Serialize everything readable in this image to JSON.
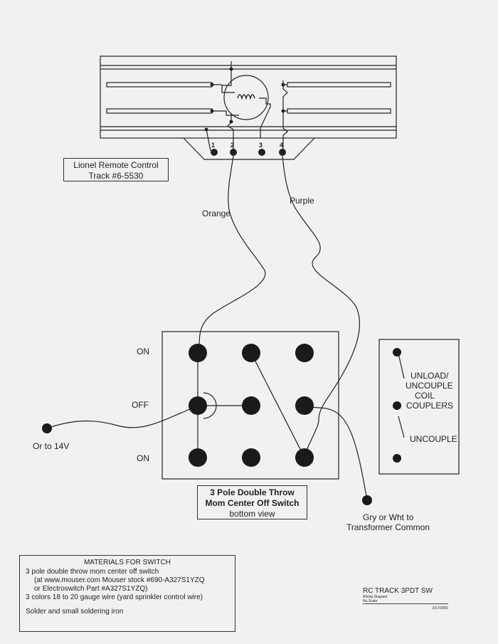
{
  "track": {
    "label_line1": "Lionel Remote Control",
    "label_line2": "Track #6-5530",
    "terminals": [
      "1",
      "2",
      "3",
      "4"
    ]
  },
  "wires": {
    "orange": "Orange",
    "purple": "Purple"
  },
  "switch": {
    "row_labels": [
      "ON",
      "OFF",
      "ON"
    ],
    "label_line1": "3 Pole Double Throw",
    "label_line2": "Mom Center Off Switch",
    "label_line3": "bottom view"
  },
  "coil": {
    "label_unload1": "UNLOAD/",
    "label_unload2": "UNCOUPLE",
    "label_coil": "COIL",
    "label_couplers": "COUPLERS",
    "label_uncouple": "UNCOUPLE"
  },
  "connections": {
    "or14v": "Or to 14V",
    "transformer1": "Gry or Wht to",
    "transformer2": "Transformer Common"
  },
  "materials": {
    "title": "MATERIALS FOR SWITCH",
    "line1": "3 pole double throw mom center off switch",
    "line2": "(at www.mouser.com Mouser stock #690-A327S1YZQ",
    "line3": "or Electroswitch Part #A327S1YZQ)",
    "line4": "3 colors 18 to 20 gauge wire (yard sprinkler control wire)",
    "line5": "Solder and small soldering iron"
  },
  "titleblock": {
    "title": "RC TRACK 3PDT SW",
    "sub1": "Wiring Diagram",
    "sub2": "No Scale",
    "date": "3/17/2005"
  }
}
